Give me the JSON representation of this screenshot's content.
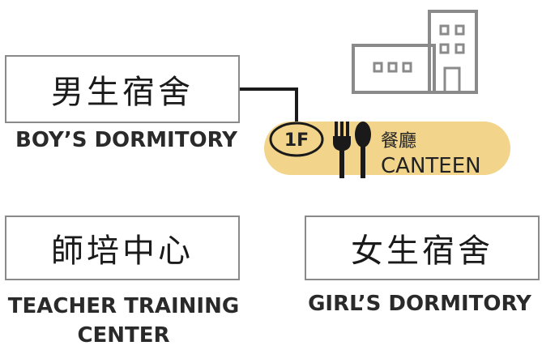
{
  "buildings": {
    "boys_dorm": {
      "name_zh": "男生宿舍",
      "name_en": "BOY’S DORMITORY"
    },
    "teacher_center": {
      "name_zh": "師培中心",
      "name_en": "TEACHER TRAINING CENTER"
    },
    "girls_dorm": {
      "name_zh": "女生宿舍",
      "name_en": "GIRL’S DORMITORY"
    }
  },
  "canteen": {
    "floor": "1F",
    "name_zh": "餐廳",
    "name_en": "CANTEEN",
    "color": "#f2d48a"
  },
  "icons": [
    "building-icon",
    "fork-icon",
    "spoon-icon"
  ]
}
